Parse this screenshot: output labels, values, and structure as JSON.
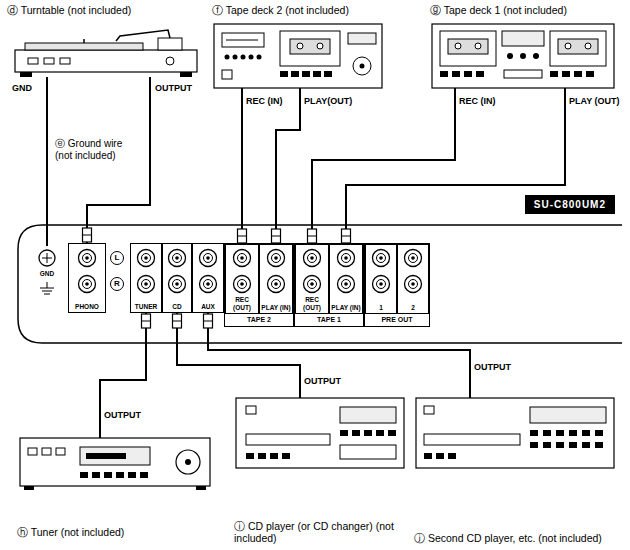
{
  "diagram": {
    "nodes": [
      {
        "text": [
          "ⓓ Turntable (not included)"
        ]
      },
      {
        "text": [
          "ⓕ Tape deck 2 (not included)"
        ]
      },
      {
        "text": [
          "ⓖ Tape deck 1 (not included)"
        ]
      },
      {
        "text": [
          "SU-C800UM2"
        ]
      },
      {
        "text": [
          "GND"
        ],
        "in": 3
      },
      {
        "text": [
          "PHONO"
        ],
        "in": 3
      },
      {
        "text": [
          "TUNER"
        ],
        "in": 3
      },
      {
        "text": [
          "CD"
        ],
        "in": 3
      },
      {
        "text": [
          "AUX"
        ],
        "in": 3
      },
      {
        "text": [
          "TAPE 2"
        ],
        "in": 3
      },
      {
        "text": [
          "REC (OUT)"
        ],
        "in": 9
      },
      {
        "text": [
          "PLAY (IN)"
        ],
        "in": 9
      },
      {
        "text": [
          "TAPE 1"
        ],
        "in": 3
      },
      {
        "text": [
          "REC (OUT)"
        ],
        "in": 12
      },
      {
        "text": [
          "PLAY (IN)"
        ],
        "in": 12
      },
      {
        "text": [
          "PRE OUT"
        ],
        "in": 3
      },
      {
        "text": [
          "1"
        ],
        "in": 15
      },
      {
        "text": [
          "2"
        ],
        "in": 15
      },
      {
        "text": [
          "ⓗ Tuner (not included)"
        ]
      },
      {
        "text": [
          "ⓘ CD player (or CD changer) (not included)"
        ]
      },
      {
        "text": [
          "ⓙ Second CD player, etc. (not included)"
        ]
      }
    ],
    "edges": [
      {
        "from": 0,
        "to": 5,
        "arrow": "none"
      },
      {
        "from": 0,
        "to": 4,
        "arrow": "none"
      },
      {
        "from": 10,
        "to": 1,
        "arrow": "none"
      },
      {
        "from": 1,
        "to": 11,
        "arrow": "none"
      },
      {
        "from": 13,
        "to": 2,
        "arrow": "none"
      },
      {
        "from": 2,
        "to": 14,
        "arrow": "none"
      },
      {
        "from": 18,
        "to": 6,
        "arrow": "none"
      },
      {
        "from": 19,
        "to": 7,
        "arrow": "none"
      },
      {
        "from": 20,
        "to": 8,
        "arrow": "none"
      }
    ],
    "labels": [
      "GND",
      "OUTPUT",
      "ⓔ Ground wire (not included)",
      "REC (IN)",
      "PLAY(OUT)",
      "REC (IN)",
      "PLAY (OUT)",
      "L",
      "R",
      "OUTPUT",
      "OUTPUT",
      "OUTPUT"
    ]
  }
}
